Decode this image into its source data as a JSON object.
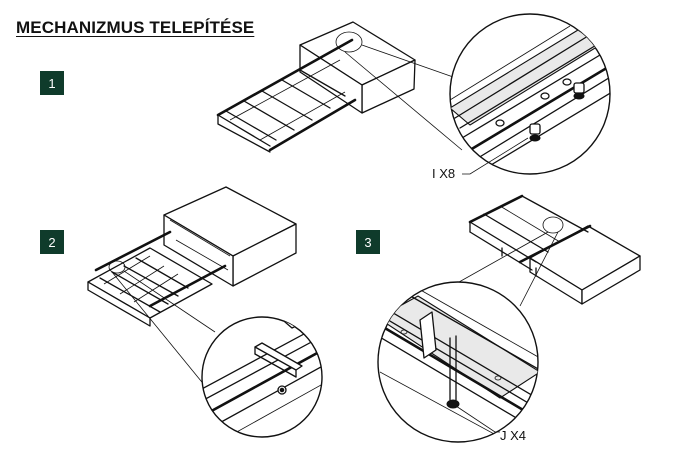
{
  "title": "MECHANIZMUS TELEPÍTÉSE",
  "steps": [
    {
      "number": "1"
    },
    {
      "number": "2"
    },
    {
      "number": "3"
    }
  ],
  "callouts": {
    "part_i": "I X8",
    "part_j": "J X4"
  },
  "colors": {
    "step_badge": "#0f3b2b",
    "line": "#111111",
    "background": "#ffffff"
  }
}
